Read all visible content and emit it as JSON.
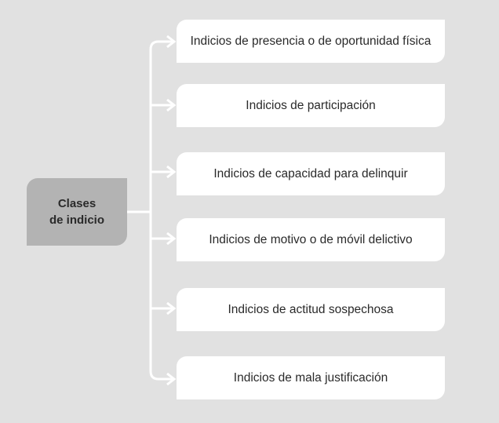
{
  "root": {
    "line1": "Clases",
    "line2": "de indicio"
  },
  "branches": [
    {
      "label": "Indicios de presencia o de oportunidad física"
    },
    {
      "label": "Indicios de participación"
    },
    {
      "label": "Indicios de capacidad para delinquir"
    },
    {
      "label": "Indicios de motivo o de móvil delictivo"
    },
    {
      "label": "Indicios de actitud sospechosa"
    },
    {
      "label": "Indicios de mala justificación"
    }
  ],
  "colors": {
    "background": "#e1e1e1",
    "root_fill": "#b3b3b3",
    "box_fill": "#ffffff",
    "connector": "#ffffff",
    "text": "#2a2a2a"
  }
}
